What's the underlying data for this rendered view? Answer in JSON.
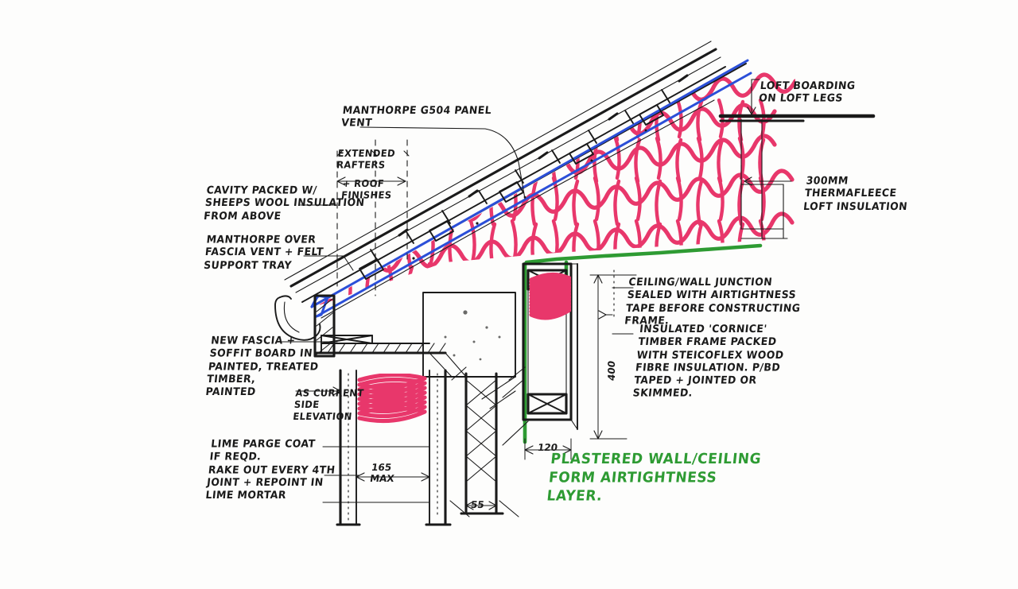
{
  "drawing": {
    "title": "Roof eaves / wall junction construction detail",
    "type": "hand-drawn architectural section sketch",
    "background_color": "#fdfdfc",
    "ink_color": "#1a1a1a",
    "insulation_color": "#e8376b",
    "membrane_color": "#2b4fd8",
    "airtightness_color": "#2e9b33"
  },
  "annotations": {
    "manthorpe_vent": "MANTHORPE G504 PANEL\nVENT",
    "extended_rafters": "EXTENDED\nRAFTERS",
    "roof_finishes": "+ ROOF\nFINISHES",
    "cavity_packed": "CAVITY PACKED W/\nSHEEPS WOOL INSULATION\nFROM ABOVE",
    "manthorpe_fascia": "MANTHORPE OVER\nFASCIA VENT + FELT\nSUPPORT TRAY",
    "loft_boarding": "LOFT BOARDING\nON LOFT LEGS",
    "thermafleece": "300mm\nTHERMAFLEECE\nLOFT INSULATION",
    "ceiling_wall_junction": "CEILING/WALL JUNCTION\nSEALED WITH AIRTIGHTNESS\nTAPE BEFORE CONSTRUCTING\nFRAME.",
    "insulated_cornice": "INSULATED 'CORNICE'\nTIMBER FRAME PACKED\nWITH STEICOFLEX WOOD\nFIBRE INSULATION. P/BD\nTAPED + JOINTED OR\nSKIMMED.",
    "new_fascia": "NEW FASCIA +\nSOFFIT BOARD IN\nPAINTED, TREATED\nTIMBER,\nPAINTED",
    "as_current_side": "AS CURRENT\nSIDE\nELEVATION",
    "lime_parge": "LIME PARGE COAT\nIF REQD.\nRAKE OUT EVERY 4th\nJOINT + REPOINT IN\nLIME MORTAR",
    "plastered_airtightness": "PLASTERED WALL/CEILING\nFORM AIRTIGHTNESS\nLAYER."
  },
  "dimensions": {
    "cornice_height": "400",
    "cornice_width": "120",
    "cavity_width": "165\nMAX",
    "inner_leaf": "55"
  }
}
